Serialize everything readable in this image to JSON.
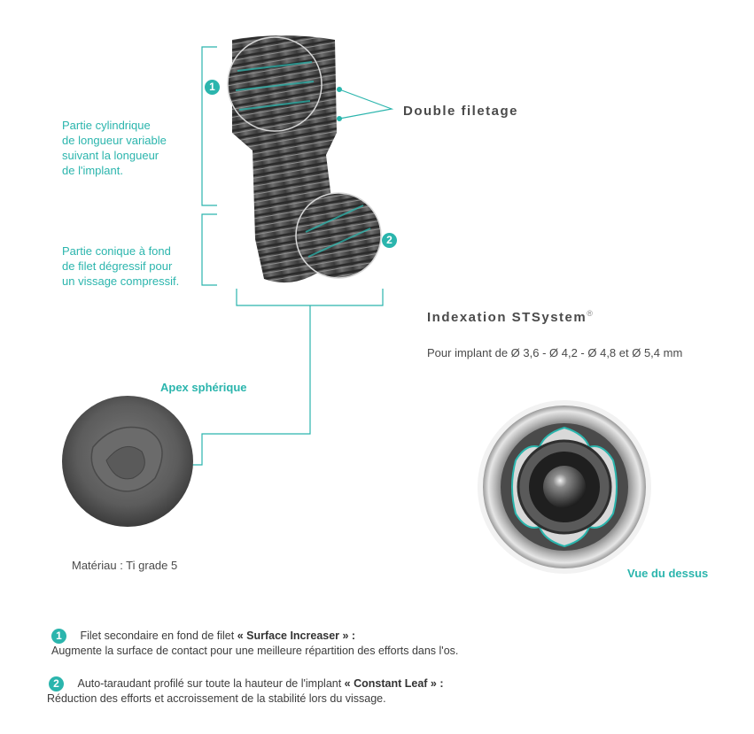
{
  "labels": {
    "cylindrical_part": [
      "Partie cylindrique",
      "de longueur variable",
      "suivant la longueur",
      "de l'implant."
    ],
    "conical_part": [
      "Partie conique à fond",
      "de filet dégressif pour",
      "un vissage compressif."
    ],
    "double_thread": "Double filetage",
    "indexation_title": "Indexation STSystem",
    "indexation_reg": "®",
    "indexation_sub": "Pour implant de Ø 3,6 - Ø 4,2 - Ø 4,8 et Ø 5,4 mm",
    "apex": "Apex sphérique",
    "material": "Matériau : Ti grade 5",
    "top_view": "Vue du dessus"
  },
  "badges": {
    "one": "1",
    "two": "2"
  },
  "notes": [
    {
      "badge": "1",
      "intro": "Filet secondaire en fond de filet ",
      "bold": "« Surface Increaser » :",
      "detail": "Augmente la surface de contact pour une meilleure répartition des efforts dans l'os."
    },
    {
      "badge": "2",
      "intro": "Auto-taraudant profilé sur toute la hauteur de l'implant ",
      "bold": "« Constant Leaf » :",
      "detail": "Réduction des efforts et accroissement de la stabilité lors du vissage."
    }
  ],
  "colors": {
    "accent": "#2bb5ad",
    "metal_dark": "#4a4a4a",
    "metal_light": "#8a8a8a"
  }
}
